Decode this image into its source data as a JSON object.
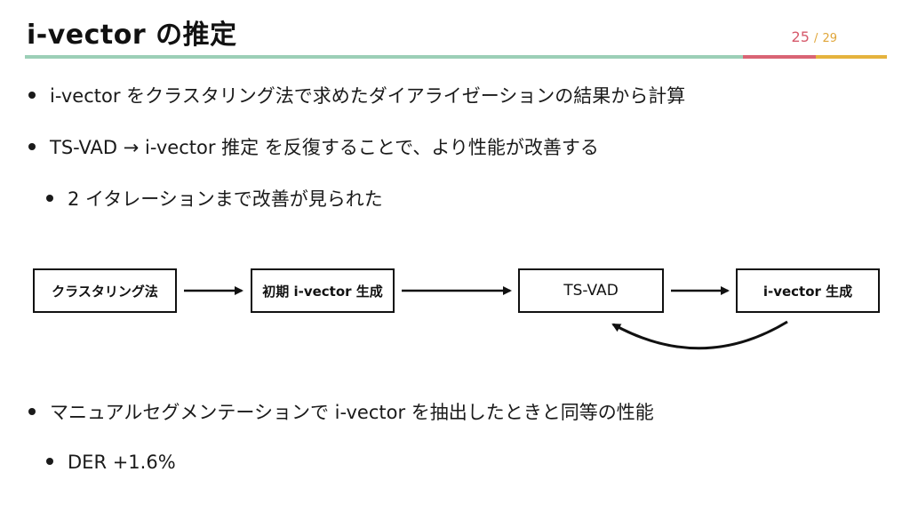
{
  "slide": {
    "title": "i-vector の推定",
    "page_current": "25",
    "page_separator": "/",
    "page_total": "29"
  },
  "bullets": [
    {
      "text": "i-vector をクラスタリング法で求めたダイアライゼーションの結果から計算"
    },
    {
      "text": "TS-VAD → i-vector 推定 を反復することで、より性能が改善する"
    },
    {
      "text": "2 イタレーションまで改善が見られた"
    },
    {
      "text": "マニュアルセグメンテーションで i-vector を抽出したときと同等の性能"
    },
    {
      "text": "DER +1.6%"
    }
  ],
  "diagram": {
    "nodes": [
      {
        "label": "クラスタリング法"
      },
      {
        "label": "初期 i-vector 生成"
      },
      {
        "label": "TS-VAD"
      },
      {
        "label": "i-vector 生成"
      }
    ]
  }
}
